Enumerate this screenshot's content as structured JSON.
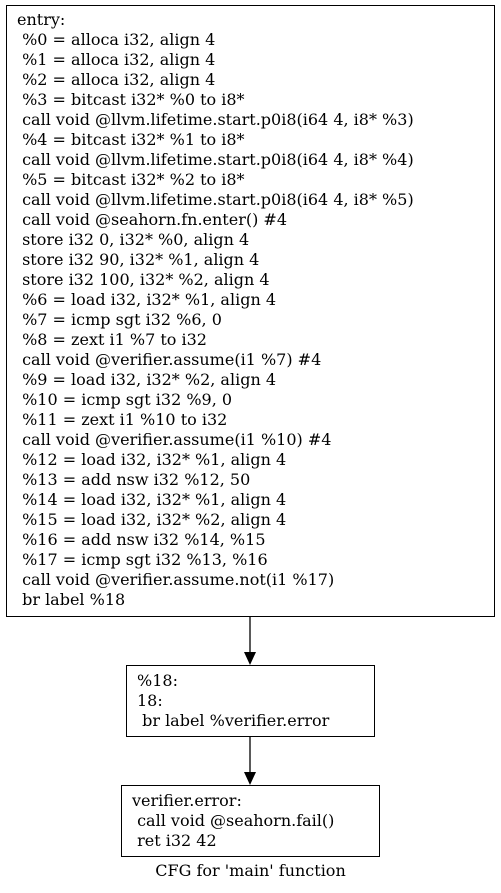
{
  "graph": {
    "label": "CFG for 'main' function",
    "nodes": [
      {
        "id": "entry",
        "lines": [
          "entry:",
          " %0 = alloca i32, align 4",
          " %1 = alloca i32, align 4",
          " %2 = alloca i32, align 4",
          " %3 = bitcast i32* %0 to i8*",
          " call void @llvm.lifetime.start.p0i8(i64 4, i8* %3)",
          " %4 = bitcast i32* %1 to i8*",
          " call void @llvm.lifetime.start.p0i8(i64 4, i8* %4)",
          " %5 = bitcast i32* %2 to i8*",
          " call void @llvm.lifetime.start.p0i8(i64 4, i8* %5)",
          " call void @seahorn.fn.enter() #4",
          " store i32 0, i32* %0, align 4",
          " store i32 90, i32* %1, align 4",
          " store i32 100, i32* %2, align 4",
          " %6 = load i32, i32* %1, align 4",
          " %7 = icmp sgt i32 %6, 0",
          " %8 = zext i1 %7 to i32",
          " call void @verifier.assume(i1 %7) #4",
          " %9 = load i32, i32* %2, align 4",
          " %10 = icmp sgt i32 %9, 0",
          " %11 = zext i1 %10 to i32",
          " call void @verifier.assume(i1 %10) #4",
          " %12 = load i32, i32* %1, align 4",
          " %13 = add nsw i32 %12, 50",
          " %14 = load i32, i32* %1, align 4",
          " %15 = load i32, i32* %2, align 4",
          " %16 = add nsw i32 %14, %15",
          " %17 = icmp sgt i32 %13, %16",
          " call void @verifier.assume.not(i1 %17)",
          " br label %18"
        ]
      },
      {
        "id": "18",
        "lines": [
          "%18:",
          "18:",
          " br label %verifier.error"
        ]
      },
      {
        "id": "verifier.error",
        "lines": [
          "verifier.error:",
          " call void @seahorn.fail()",
          " ret i32 42"
        ]
      }
    ],
    "edges": [
      {
        "from": "entry",
        "to": "18"
      },
      {
        "from": "18",
        "to": "verifier.error"
      }
    ]
  }
}
